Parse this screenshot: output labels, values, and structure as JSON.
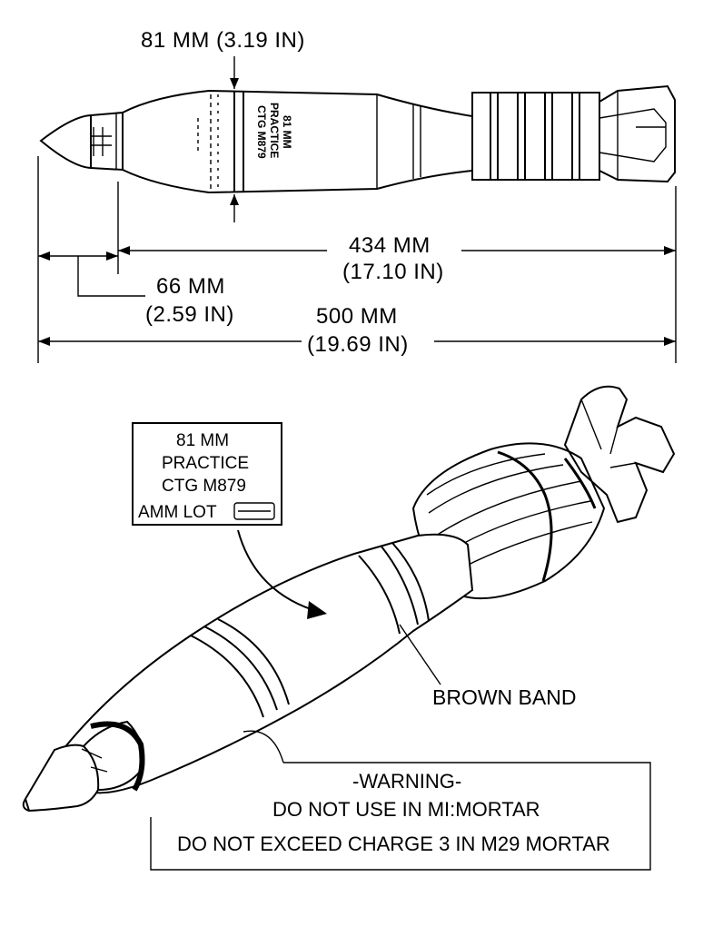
{
  "side_view": {
    "diameter_label": "81 MM (3.19 IN)",
    "body_marking": [
      "81 MM",
      "PRACTICE",
      "CTG M879"
    ],
    "dim_body_length": [
      "434 MM",
      "(17.10 IN)"
    ],
    "dim_nose_length": [
      "66 MM",
      "(2.59 IN)"
    ],
    "dim_total_length": [
      "500 MM",
      "(19.69 IN)"
    ]
  },
  "iso_view": {
    "marking_box": [
      "81 MM",
      "PRACTICE",
      "CTG M879",
      "AMM LOT"
    ],
    "band_label": "BROWN BAND",
    "warning_lines": [
      "-WARNING-",
      "DO NOT USE IN MI:MORTAR",
      "DO NOT EXCEED CHARGE 3 IN M29 MORTAR"
    ]
  }
}
